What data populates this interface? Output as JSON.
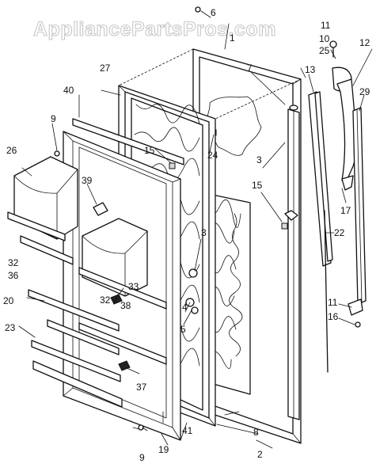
{
  "watermark": "AppliancePartsPros.com",
  "callouts": [
    {
      "id": "c1",
      "label": "1"
    },
    {
      "id": "c2",
      "label": "2"
    },
    {
      "id": "c3a",
      "label": "3"
    },
    {
      "id": "c3b",
      "label": "3"
    },
    {
      "id": "c4",
      "label": "4"
    },
    {
      "id": "c5",
      "label": "5"
    },
    {
      "id": "c6",
      "label": "6"
    },
    {
      "id": "c7",
      "label": "7"
    },
    {
      "id": "c8",
      "label": "8"
    },
    {
      "id": "c9a",
      "label": "9"
    },
    {
      "id": "c9b",
      "label": "9"
    },
    {
      "id": "c10",
      "label": "10"
    },
    {
      "id": "c11a",
      "label": "11"
    },
    {
      "id": "c11b",
      "label": "11"
    },
    {
      "id": "c12",
      "label": "12"
    },
    {
      "id": "c13",
      "label": "13"
    },
    {
      "id": "c15a",
      "label": "15"
    },
    {
      "id": "c15b",
      "label": "15"
    },
    {
      "id": "c16",
      "label": "16"
    },
    {
      "id": "c17",
      "label": "17"
    },
    {
      "id": "c19",
      "label": "19"
    },
    {
      "id": "c20",
      "label": "20"
    },
    {
      "id": "c22",
      "label": "22"
    },
    {
      "id": "c23",
      "label": "23"
    },
    {
      "id": "c24",
      "label": "24"
    },
    {
      "id": "c25",
      "label": "25"
    },
    {
      "id": "c26",
      "label": "26"
    },
    {
      "id": "c27",
      "label": "27"
    },
    {
      "id": "c29",
      "label": "29"
    },
    {
      "id": "c32a",
      "label": "32"
    },
    {
      "id": "c32b",
      "label": "32"
    },
    {
      "id": "c33",
      "label": "33"
    },
    {
      "id": "c36",
      "label": "36"
    },
    {
      "id": "c37",
      "label": "37"
    },
    {
      "id": "c38",
      "label": "38"
    },
    {
      "id": "c39",
      "label": "39"
    },
    {
      "id": "c40",
      "label": "40"
    },
    {
      "id": "c41",
      "label": "41"
    }
  ]
}
